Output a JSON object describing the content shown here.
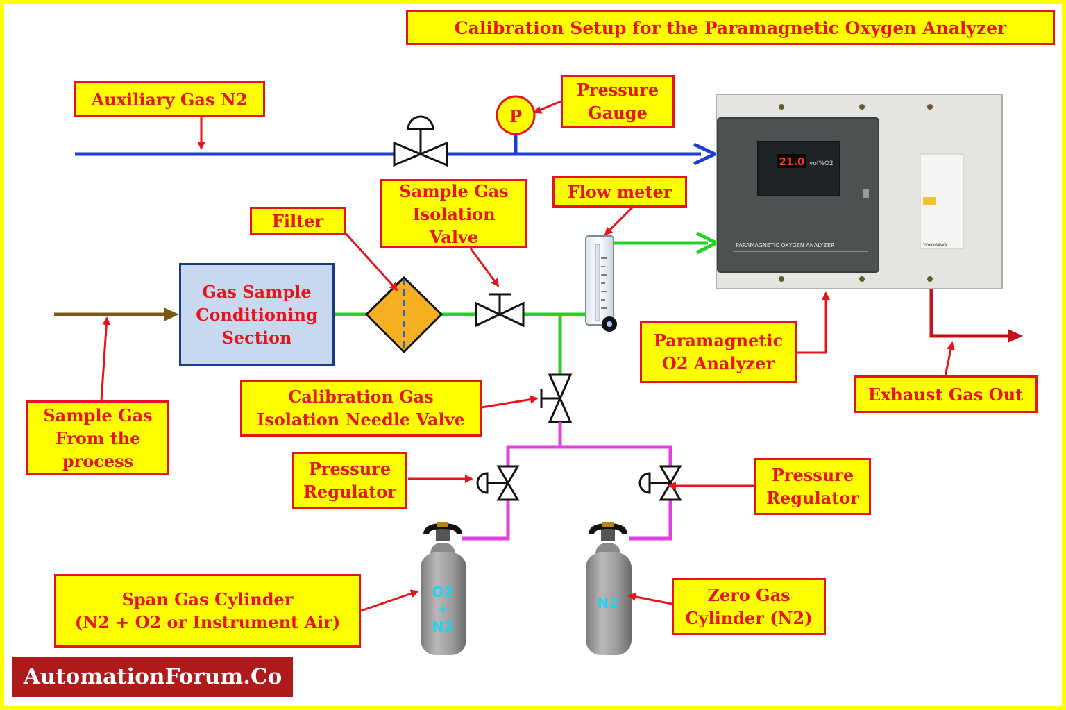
{
  "title": "Calibration Setup for the Paramagnetic Oxygen Analyzer",
  "labels": {
    "aux_gas": "Auxiliary Gas N2",
    "pressure_gauge": [
      "Pressure",
      "Gauge"
    ],
    "gauge_symbol": "P",
    "filter": "Filter",
    "sample_isolation_valve": [
      "Sample Gas",
      "Isolation",
      "Valve"
    ],
    "flow_meter": "Flow meter",
    "gas_sample_section": [
      "Gas Sample",
      "Conditioning",
      "Section"
    ],
    "sample_gas_from_process": [
      "Sample Gas",
      "From the",
      "process"
    ],
    "calibration_needle_valve": [
      "Calibration Gas",
      "Isolation Needle Valve"
    ],
    "pressure_regulator_left": [
      "Pressure",
      "Regulator"
    ],
    "pressure_regulator_right": [
      "Pressure",
      "Regulator"
    ],
    "analyzer": [
      "Paramagnetic",
      "O2 Analyzer"
    ],
    "exhaust": "Exhaust Gas Out",
    "span_cylinder": [
      "Span Gas Cylinder",
      "(N2 + O2 or Instrument Air)"
    ],
    "zero_cylinder": [
      "Zero Gas",
      "Cylinder (N2)"
    ]
  },
  "cylinders": {
    "span_text": [
      "O2",
      "+",
      "N2"
    ],
    "zero_text": "N2"
  },
  "analyzer_panel": {
    "display_value": "21.0",
    "display_unit": "vol%O2",
    "panel_name": "PARAMAGNETIC OXYGEN ANALYZER",
    "brand": "YOKOGAWA"
  },
  "footer": "AutomationForum.Co",
  "colors": {
    "label_fill": "#ffff00",
    "label_border": "#e8141b",
    "aux_line": "#1a3fd1",
    "sample_line": "#22d322",
    "process_line": "#7a5a10",
    "calibration_line": "#e040e0",
    "exhaust_line": "#c8101c"
  }
}
